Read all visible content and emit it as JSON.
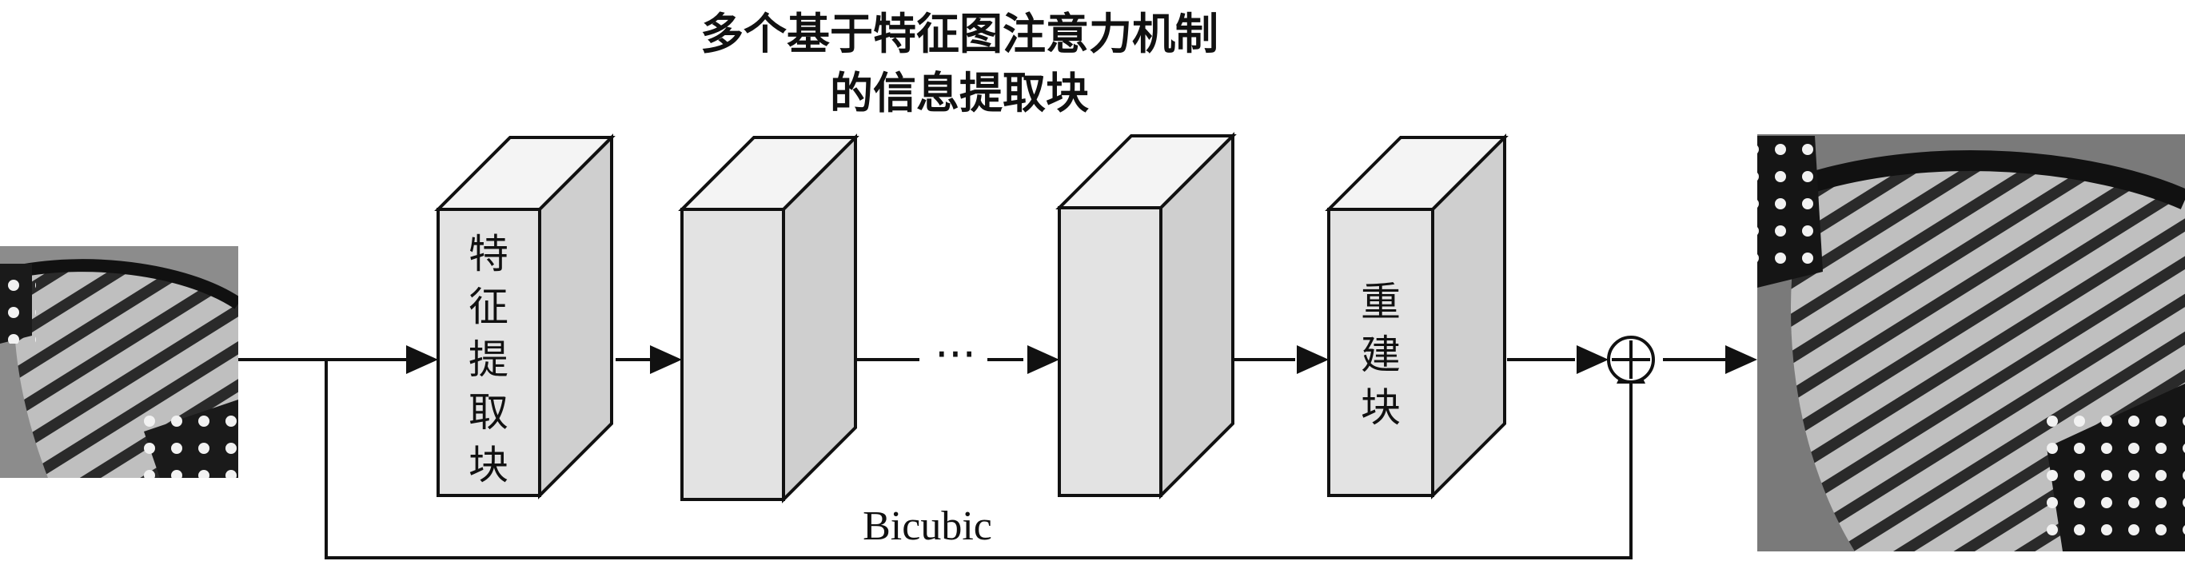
{
  "title": {
    "line1": "多个基于特征图注意力机制",
    "line2": "的信息提取块"
  },
  "blocks": {
    "feature_extraction": "特征提取块",
    "reconstruction": "重建块"
  },
  "ellipsis": "···",
  "skip_label": "Bicubic",
  "sum_symbol": "⊕",
  "images": {
    "input": "low-resolution butterfly wing image",
    "output": "high-resolution butterfly wing image"
  }
}
